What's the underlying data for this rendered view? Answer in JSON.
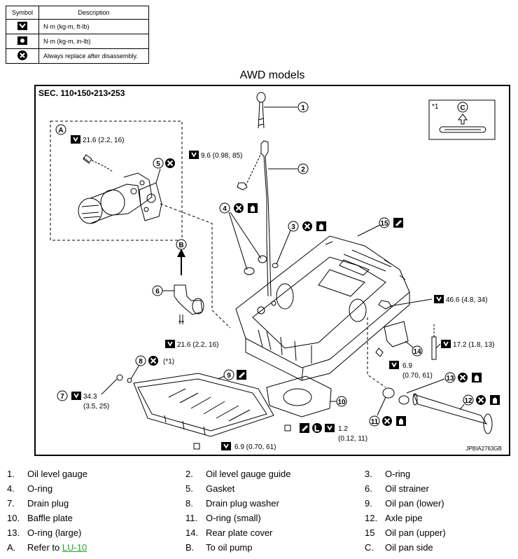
{
  "legend": {
    "header_symbol": "Symbol",
    "header_description": "Description",
    "rows": [
      {
        "icon": "torque-wrench-icon",
        "text": "N·m (kg-m, ft-lb)"
      },
      {
        "icon": "torque-wrench-small-icon",
        "text": "N·m (kg-m, in-lb)"
      },
      {
        "icon": "always-replace-icon",
        "text": "Always replace after disassembly."
      }
    ]
  },
  "title": "AWD models",
  "figure": {
    "sec": "SEC. 110•150•213•253",
    "code": "JPBIA2763GB",
    "inset_a": "A",
    "inset_b": "B",
    "inset_c": "C",
    "inset_star": "*1",
    "torques": {
      "t_a": "21.6 (2.2, 16)",
      "t_guide": "9.6 (0.98, 85)",
      "t_strainer": "21.6 (2.2, 16)",
      "t_46": "46.6 (4.8, 34)",
      "t_17": "17.2 (1.8, 13)",
      "t_69a_1": "6.9",
      "t_69a_2": "(0.70, 61)",
      "t_drain_1": "34.3",
      "t_drain_2": "(3.5, 25)",
      "t_12_1": "1.2",
      "t_12_2": "(0.12, 11)",
      "t_69b": "6.9 (0.70, 61)",
      "washer_note": "(*1)"
    },
    "callouts": [
      "1",
      "2",
      "3",
      "4",
      "5",
      "6",
      "7",
      "8",
      "9",
      "10",
      "11",
      "12",
      "13",
      "14",
      "15"
    ]
  },
  "parts": [
    {
      "n": "1.",
      "d": "Oil level gauge"
    },
    {
      "n": "2.",
      "d": "Oil level gauge guide"
    },
    {
      "n": "3.",
      "d": "O-ring"
    },
    {
      "n": "4.",
      "d": "O-ring"
    },
    {
      "n": "5.",
      "d": "Gasket"
    },
    {
      "n": "6.",
      "d": "Oil strainer"
    },
    {
      "n": "7.",
      "d": "Drain plug"
    },
    {
      "n": "8.",
      "d": "Drain plug washer"
    },
    {
      "n": "9.",
      "d": "Oil pan (lower)"
    },
    {
      "n": "10.",
      "d": "Baffle plate"
    },
    {
      "n": "11.",
      "d": "O-ring (small)"
    },
    {
      "n": "12.",
      "d": "Axle pipe"
    },
    {
      "n": "13.",
      "d": "O-ring (large)"
    },
    {
      "n": "14.",
      "d": "Rear plate cover"
    },
    {
      "n": "15",
      "d": "Oil pan (upper)"
    },
    {
      "n": "A.",
      "d": "Refer to",
      "link": "LU-10"
    },
    {
      "n": "B.",
      "d": "To oil pump"
    },
    {
      "n": "C.",
      "d": "Oil pan side"
    }
  ]
}
